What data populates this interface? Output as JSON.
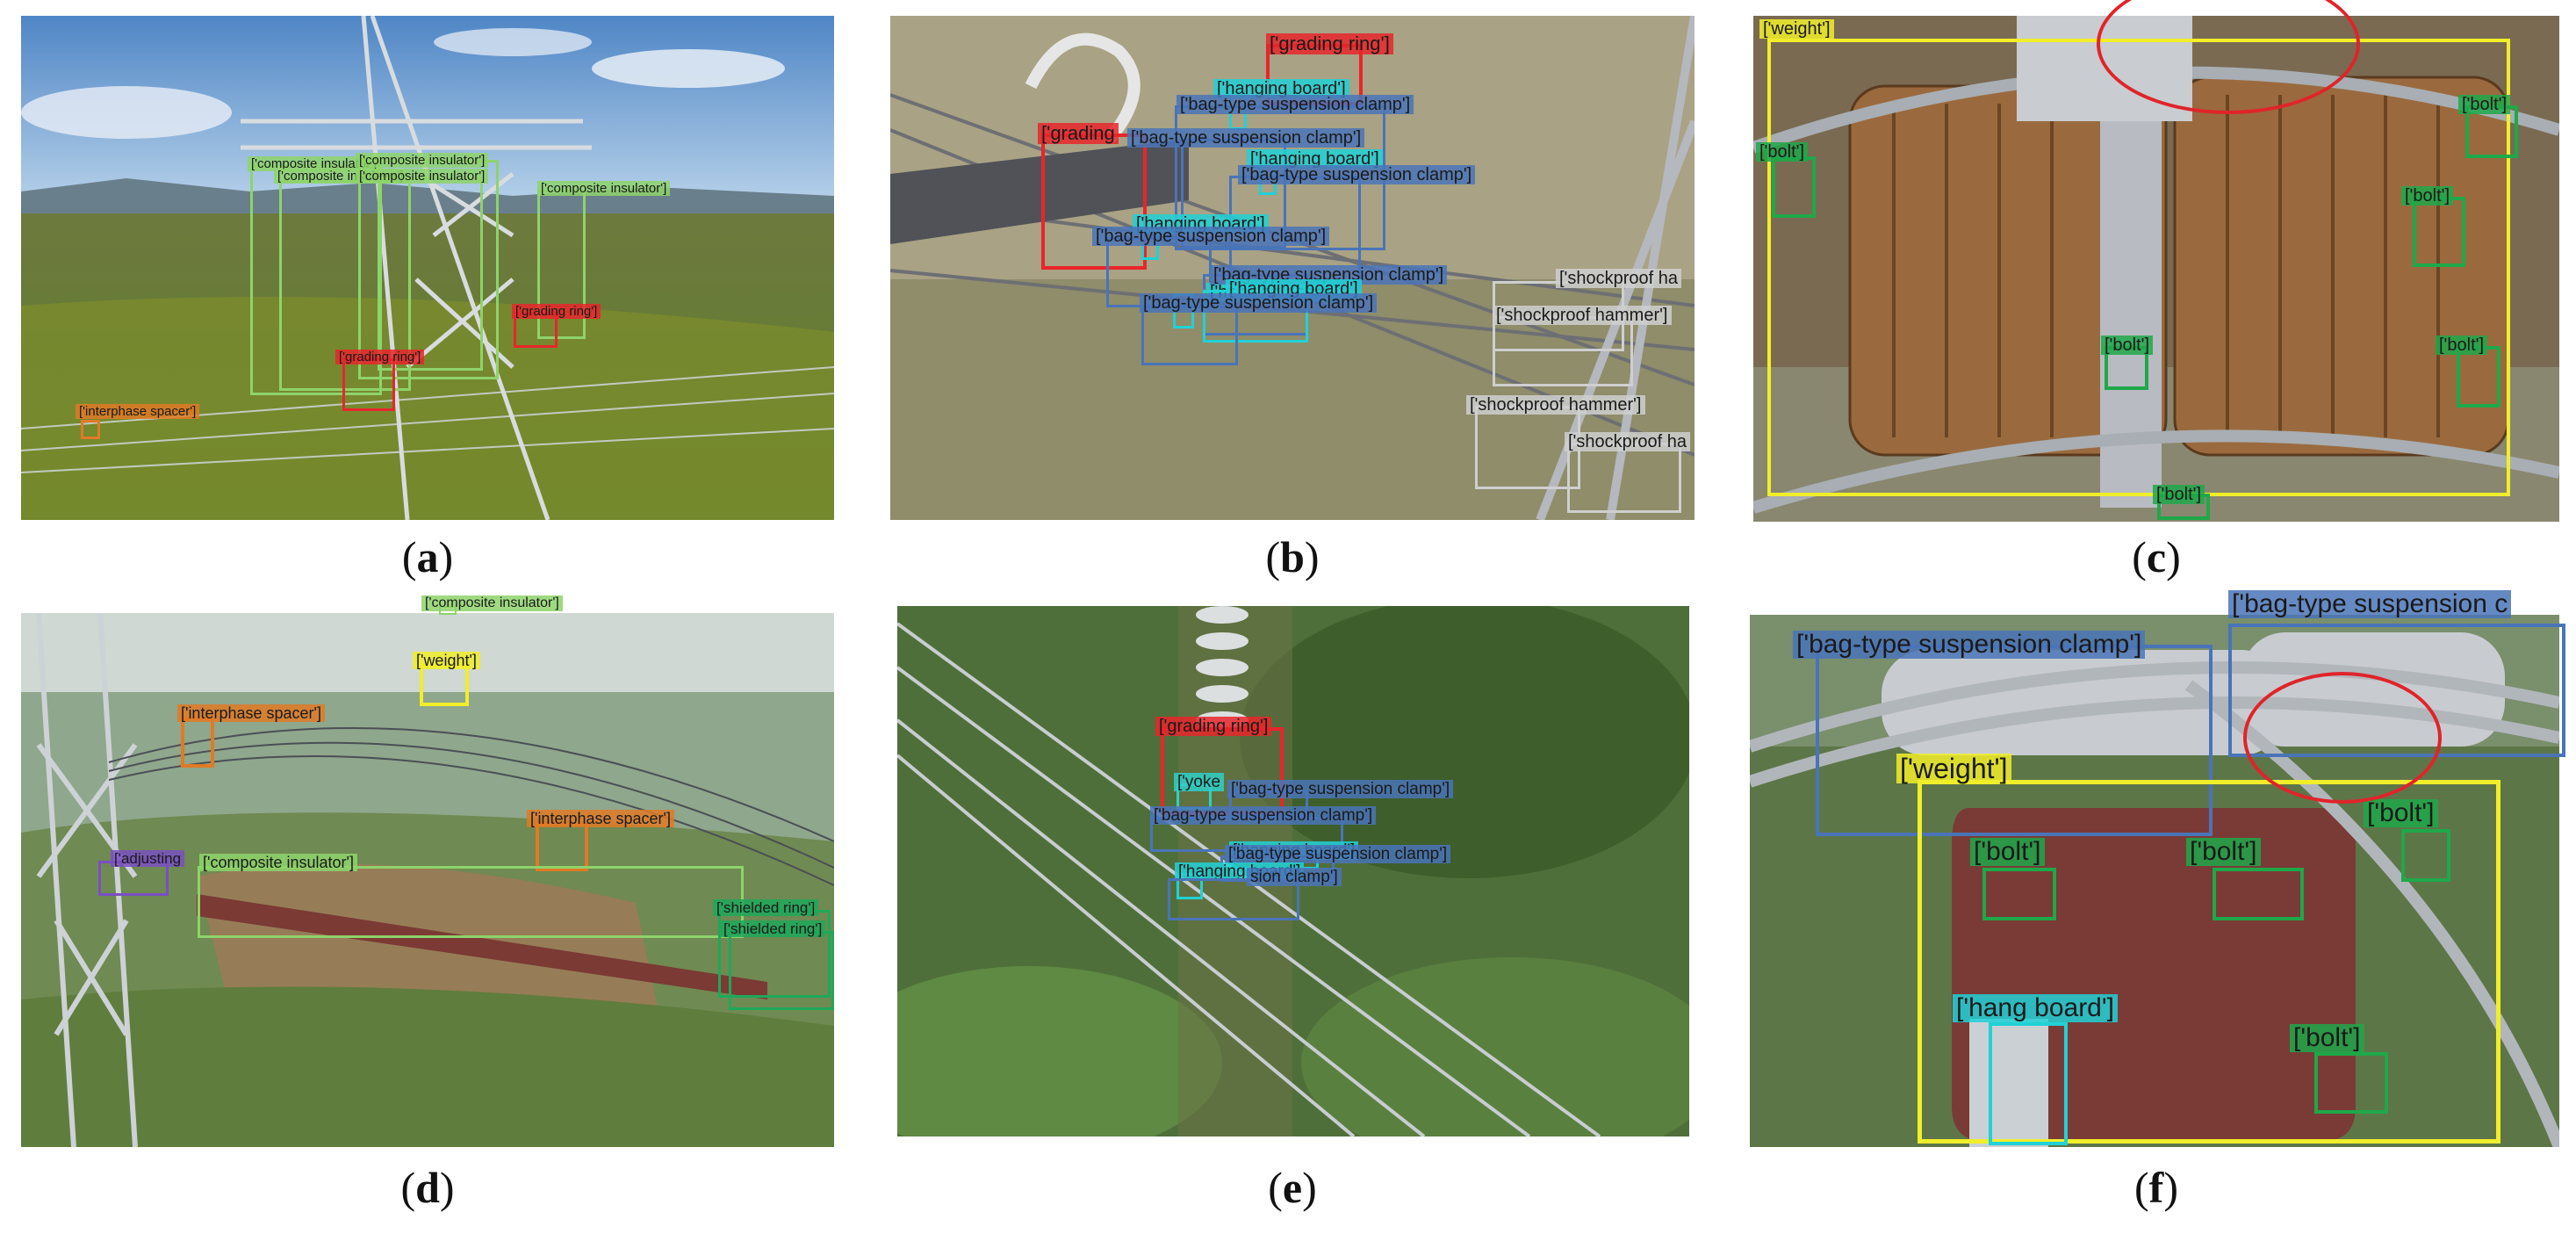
{
  "colors": {
    "composite": "#8ed36b",
    "grading": "#e8262b",
    "interphase": "#e07a26",
    "clamp": "#4a74b8",
    "hanging": "#21d1d6",
    "shockproof": "#cfcfcf",
    "weight": "#f1ee2a",
    "bolt": "#1fa84a",
    "shielded": "#1ea85a",
    "adjusting": "#7a4fc2",
    "yoke": "#2fd0c8"
  },
  "panels": [
    {
      "id": "a",
      "caption": "a",
      "labels": [
        {
          "text": "['composite insulator']",
          "cls": "composite"
        },
        {
          "text": "['composite insulator']",
          "cls": "composite"
        },
        {
          "text": "['composite insulator']",
          "cls": "composite"
        },
        {
          "text": "['composite insulator']",
          "cls": "composite"
        },
        {
          "text": "['composite insulator']",
          "cls": "composite"
        },
        {
          "text": "['grading ring']",
          "cls": "grading"
        },
        {
          "text": "['grading ring']",
          "cls": "grading"
        },
        {
          "text": "['interphase spacer']",
          "cls": "interphase"
        }
      ]
    },
    {
      "id": "b",
      "caption": "b",
      "labels": [
        {
          "text": "['grading ring']",
          "cls": "grading"
        },
        {
          "text": "['grading",
          "cls": "grading"
        },
        {
          "text": "['hanging board']",
          "cls": "hanging"
        },
        {
          "text": "['bag-type suspension clamp']",
          "cls": "clamp"
        },
        {
          "text": "['bag-type suspension clamp']",
          "cls": "clamp"
        },
        {
          "text": "['hanging board']",
          "cls": "hanging"
        },
        {
          "text": "['bag-type suspension clamp']",
          "cls": "clamp"
        },
        {
          "text": "['hanging board']",
          "cls": "hanging"
        },
        {
          "text": "['bag-type suspension clamp']",
          "cls": "clamp"
        },
        {
          "text": "['hanging board']",
          "cls": "hanging"
        },
        {
          "text": "['bag-type suspension clamp']",
          "cls": "clamp"
        },
        {
          "text": "['hanging board']",
          "cls": "hanging"
        },
        {
          "text": "['bag-type suspension clamp']",
          "cls": "clamp"
        },
        {
          "text": "['shockproof ha",
          "cls": "shockproof"
        },
        {
          "text": "['shockproof hammer']",
          "cls": "shockproof"
        },
        {
          "text": "['shockproof hammer']",
          "cls": "shockproof"
        },
        {
          "text": "['shockproof ha",
          "cls": "shockproof"
        }
      ]
    },
    {
      "id": "c",
      "caption": "c",
      "labels": [
        {
          "text": "['weight']",
          "cls": "weight"
        },
        {
          "text": "['bolt']",
          "cls": "bolt"
        },
        {
          "text": "['bolt']",
          "cls": "bolt"
        },
        {
          "text": "['bolt']",
          "cls": "bolt"
        },
        {
          "text": "['bolt']",
          "cls": "bolt"
        },
        {
          "text": "['bolt']",
          "cls": "bolt"
        },
        {
          "text": "['bolt']",
          "cls": "bolt"
        }
      ]
    },
    {
      "id": "d",
      "caption": "d",
      "labels": [
        {
          "text": "['composite insulator']",
          "cls": "composite"
        },
        {
          "text": "['weight']",
          "cls": "weight"
        },
        {
          "text": "['interphase spacer']",
          "cls": "interphase"
        },
        {
          "text": "['interphase spacer']",
          "cls": "interphase"
        },
        {
          "text": "['adjusting",
          "cls": "adjusting"
        },
        {
          "text": "['composite insulator']",
          "cls": "composite"
        },
        {
          "text": "['shielded ring']",
          "cls": "shielded"
        },
        {
          "text": "['shielded ring']",
          "cls": "shielded"
        }
      ]
    },
    {
      "id": "e",
      "caption": "e",
      "labels": [
        {
          "text": "['grading ring']",
          "cls": "grading"
        },
        {
          "text": "['yoke",
          "cls": "yoke"
        },
        {
          "text": "['bag-type suspension clamp']",
          "cls": "clamp"
        },
        {
          "text": "['bag-type suspension clamp']",
          "cls": "clamp"
        },
        {
          "text": "['hanging board']",
          "cls": "hanging"
        },
        {
          "text": "['bag-type suspension clamp']",
          "cls": "clamp"
        },
        {
          "text": "['hanging board']",
          "cls": "hanging"
        },
        {
          "text": "sion clamp']",
          "cls": "clamp"
        }
      ]
    },
    {
      "id": "f",
      "caption": "f",
      "labels": [
        {
          "text": "['bag-type suspension clamp']",
          "cls": "clamp"
        },
        {
          "text": "['bag-type suspension c",
          "cls": "clamp"
        },
        {
          "text": "['weight']",
          "cls": "weight"
        },
        {
          "text": "['bolt']",
          "cls": "bolt"
        },
        {
          "text": "['bolt']",
          "cls": "bolt"
        },
        {
          "text": "['bolt']",
          "cls": "bolt"
        },
        {
          "text": "['hang board']",
          "cls": "hanging"
        },
        {
          "text": "['bolt']",
          "cls": "bolt"
        }
      ]
    }
  ]
}
